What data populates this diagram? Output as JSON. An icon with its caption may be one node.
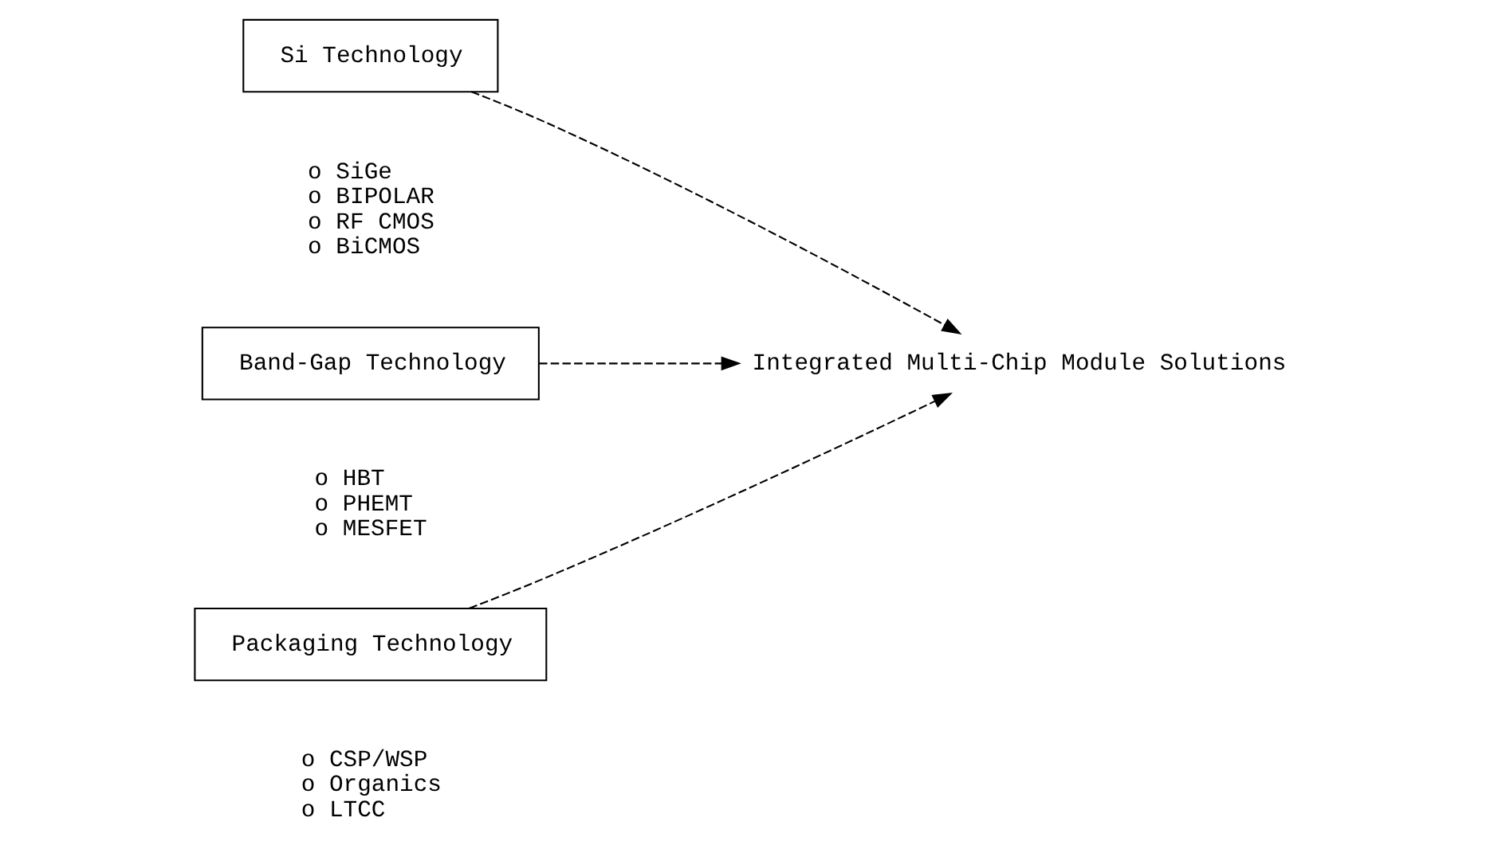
{
  "diagram": {
    "nodes": [
      {
        "text": [
          "Si Technology"
        ],
        "beside": [
          "o SiGe",
          "o BIPOLAR",
          "o RF CMOS",
          "o BiCMOS"
        ]
      },
      {
        "text": [
          "Band-Gap Technology"
        ],
        "beside": [
          "o HBT",
          "o PHEMT",
          "o MESFET"
        ]
      },
      {
        "text": [
          "Packaging Technology"
        ],
        "beside": [
          "o CSP/WSP",
          "o Organics",
          "o LTCC"
        ]
      },
      {
        "text": [
          "Integrated Multi-Chip Module Solutions"
        ]
      }
    ],
    "edges": [
      {
        "from": 0,
        "to": 3,
        "arrow": "to",
        "style": "dashed"
      },
      {
        "from": 1,
        "to": 3,
        "arrow": "to",
        "style": "dashed"
      },
      {
        "from": 2,
        "to": 3,
        "arrow": "to",
        "style": "dashed"
      }
    ]
  }
}
